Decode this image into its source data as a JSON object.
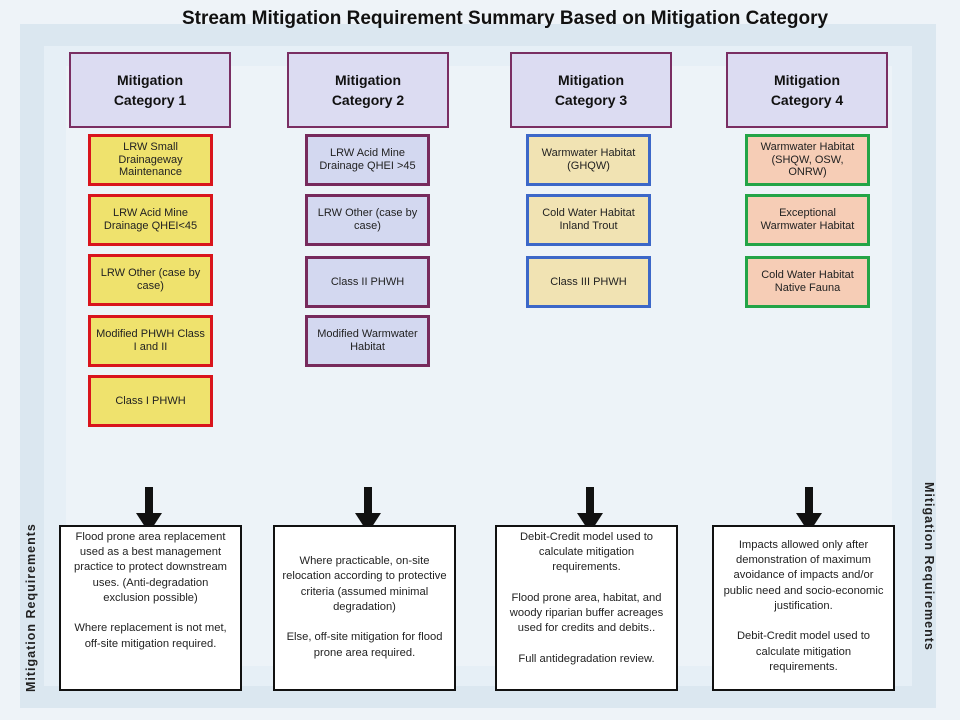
{
  "title": "Stream Mitigation Requirement Summary Based on Mitigation Category",
  "side_labels": {
    "left": "Mitigation Requirements",
    "right": "Mitigation Requirements"
  },
  "categories": [
    {
      "label": "Mitigation\nCategory  1",
      "items": [
        "LRW Small Drainageway Maintenance",
        "LRW Acid Mine Drainage QHEI<45",
        "LRW Other (case by case)",
        "Modified PHWH Class I  and II",
        "Class I PHWH"
      ],
      "requirement": "Flood prone area replacement used as a best management practice to protect downstream uses. (Anti-degradation exclusion possible)\n\nWhere replacement is not met, off-site mitigation required."
    },
    {
      "label": "Mitigation\nCategory  2",
      "items": [
        "LRW Acid Mine Drainage QHEI >45",
        "LRW Other (case by case)",
        "Class II PHWH",
        "Modified Warmwater Habitat"
      ],
      "requirement": "\nWhere  practicable, on-site relocation according to protective criteria (assumed minimal degradation)\n\nElse,  off-site mitigation for flood prone area required."
    },
    {
      "label": "Mitigation\nCategory  3",
      "items": [
        "Warmwater Habitat (GHQW)",
        "Cold Water Habitat Inland Trout",
        "Class III  PHWH"
      ],
      "requirement": "Debit-Credit model used to calculate mitigation requirements.\n\nFlood prone area, habitat, and woody riparian buffer acreages used for credits and debits..\n\nFull antidegradation review."
    },
    {
      "label": "Mitigation\nCategory  4",
      "items": [
        "Warmwater Habitat (SHQW, OSW, ONRW)",
        "Exceptional Warmwater Habitat",
        "Cold Water Habitat Native Fauna"
      ],
      "requirement": "Impacts allowed only after demonstration of maximum avoidance of impacts and/or public need  and socio-economic justification.\n\nDebit-Credit model used to calculate mitigation requirements."
    }
  ],
  "colors": {
    "category_fill": "#dcdcf2",
    "category_border": "#7a2e63",
    "cat1_fill": "#efe26d",
    "cat1_border": "#d9141c",
    "cat2_fill": "#d3d8f0",
    "cat2_border": "#772a5c",
    "cat3_fill": "#f1e3b3",
    "cat3_border": "#3c67c8",
    "cat4_fill": "#f6cdb6",
    "cat4_border": "#23a447"
  }
}
